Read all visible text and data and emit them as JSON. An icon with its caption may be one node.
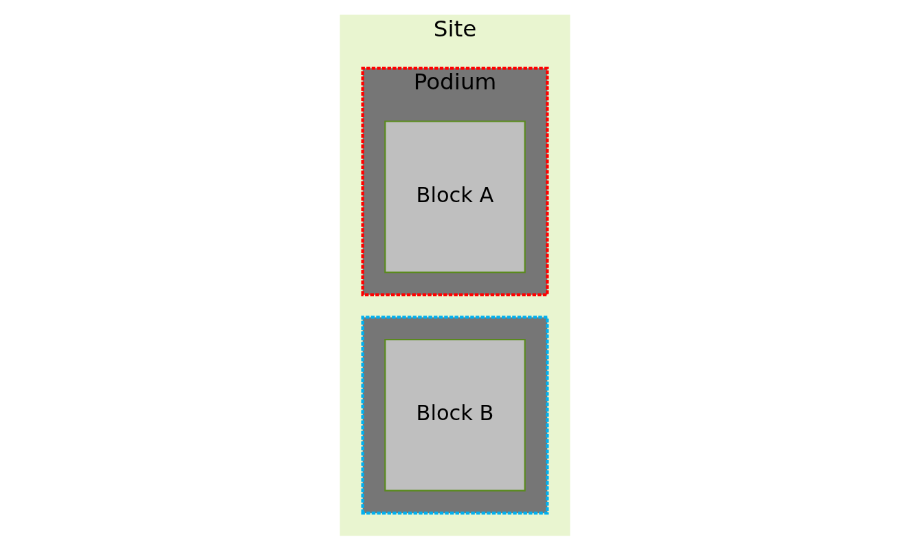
{
  "diagram": {
    "nodes": [
      {
        "text": [
          "Site"
        ]
      },
      {
        "text": [
          "Podium"
        ],
        "in": 0
      },
      {
        "text": [
          "Block A"
        ],
        "in": 1
      },
      {
        "text": [],
        "shape": "box",
        "in": 0
      },
      {
        "text": [
          "Block B"
        ],
        "in": 3
      }
    ],
    "edges": []
  }
}
